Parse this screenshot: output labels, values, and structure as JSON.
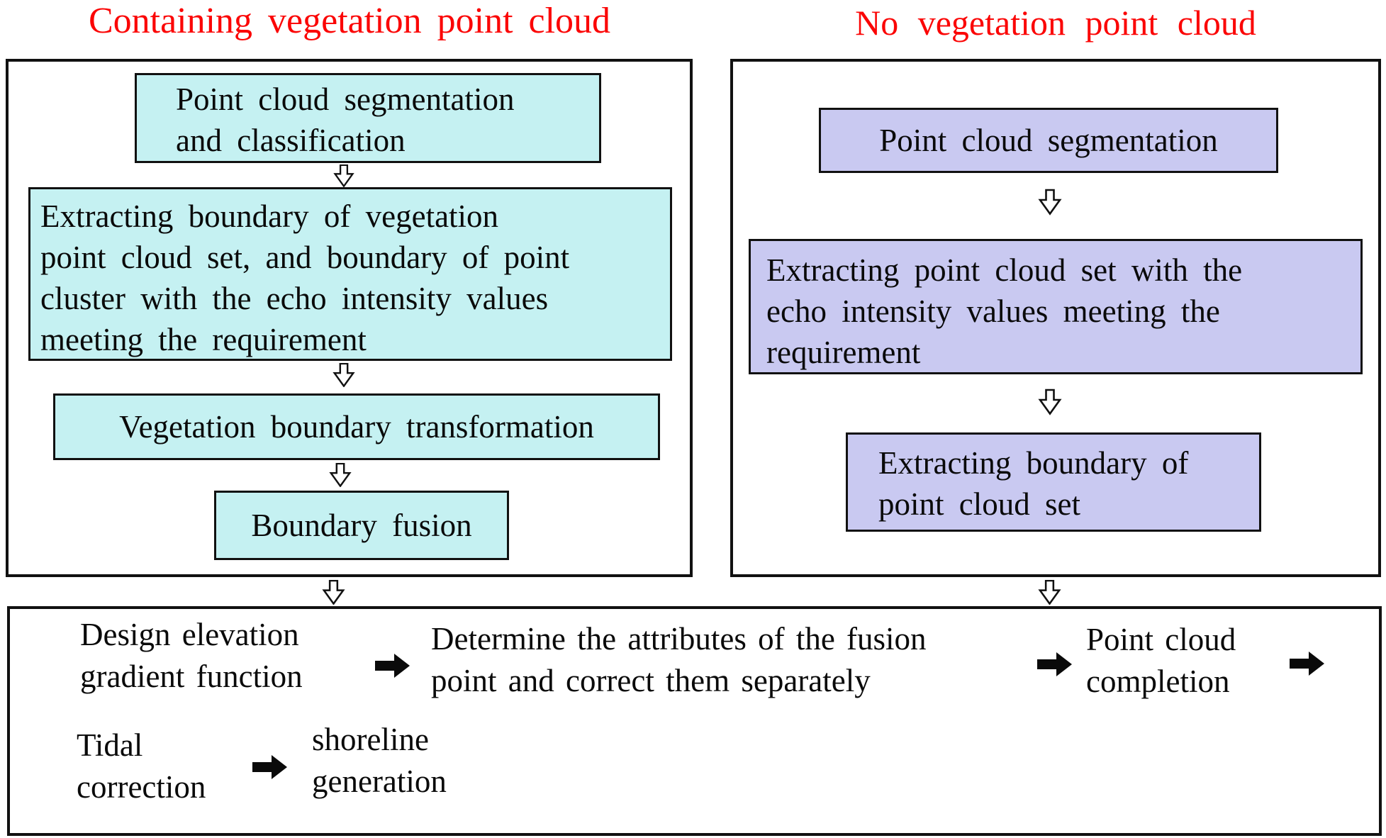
{
  "titles": {
    "left": "Containing vegetation point cloud",
    "right": "No vegetation point cloud"
  },
  "left_branch": {
    "steps": [
      {
        "lines": [
          "Point cloud segmentation",
          "and classification"
        ]
      },
      {
        "lines": [
          "Extracting boundary of vegetation",
          "point cloud set, and boundary of point",
          "cluster with the echo intensity values",
          "meeting the requirement"
        ]
      },
      {
        "lines": [
          "Vegetation boundary transformation"
        ]
      },
      {
        "lines": [
          "Boundary fusion"
        ]
      }
    ]
  },
  "right_branch": {
    "steps": [
      {
        "lines": [
          "Point cloud segmentation"
        ]
      },
      {
        "lines": [
          "Extracting point cloud set with the",
          "echo intensity values meeting the",
          "requirement"
        ]
      },
      {
        "lines": [
          "Extracting boundary of",
          "point cloud set"
        ]
      }
    ]
  },
  "bottom": {
    "design": {
      "lines": [
        "Design elevation",
        "gradient function"
      ]
    },
    "determine": {
      "lines": [
        "Determine the attributes of the fusion",
        "point and correct them separately"
      ]
    },
    "completion": {
      "lines": [
        "Point cloud",
        "completion"
      ]
    },
    "tidal": {
      "lines": [
        "Tidal",
        "correction"
      ]
    },
    "shoreline": {
      "lines": [
        "shoreline",
        "generation"
      ]
    }
  },
  "colors": {
    "cyan": "#c5f1f2",
    "lavender": "#c9c9f1",
    "red": "#fb0505",
    "outline": "#111111"
  }
}
